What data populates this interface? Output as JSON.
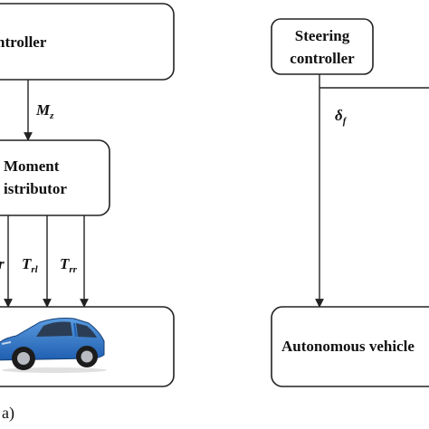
{
  "left": {
    "controller_label": "ntroller",
    "moment_label_1": "Moment",
    "moment_label_2": "istributor",
    "signal_mz": {
      "base": "M",
      "sub": "z"
    },
    "torque_first_partial": "r",
    "torque_rl": {
      "base": "T",
      "sub": "rl"
    },
    "torque_rr": {
      "base": "T",
      "sub": "rr"
    },
    "panel_tag": "a)"
  },
  "right": {
    "steering_label_1": "Steering",
    "steering_label_2": "controller",
    "signal_delta": {
      "base": "δ",
      "sub": "f"
    },
    "vehicle_label": "Autonomous vehicle"
  },
  "colors": {
    "car_body": "#1f5fb0",
    "car_body_light": "#5a9be0",
    "car_window": "#2a3d55",
    "stroke": "#222222"
  }
}
